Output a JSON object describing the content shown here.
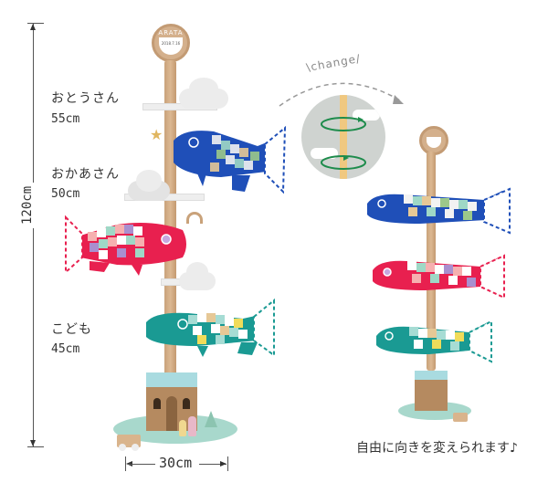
{
  "dimensions": {
    "height_label": "120cm",
    "width_label": "30cm"
  },
  "carp": [
    {
      "name": "おとうさん",
      "size": "55cm",
      "color": "#1f4fb8"
    },
    {
      "name": "おかあさん",
      "size": "50cm",
      "color": "#e8204f"
    },
    {
      "name": "こども",
      "size": "45cm",
      "color": "#1a9a93"
    }
  ],
  "nameplate": {
    "name": "ARATA",
    "date": "2018.7.16"
  },
  "rotation_badge": {
    "label": "\\change/"
  },
  "caption": "自由に向きを変えられます♪",
  "colors": {
    "pole": "#d2ac84",
    "cloud": "#ececec",
    "base_mint": "#a8d8cc",
    "house_roof": "#a9dbe0",
    "house_body": "#b58a60",
    "rotate_arrow": "#1e8c4c",
    "circle_bg": "#cfd3d0"
  }
}
